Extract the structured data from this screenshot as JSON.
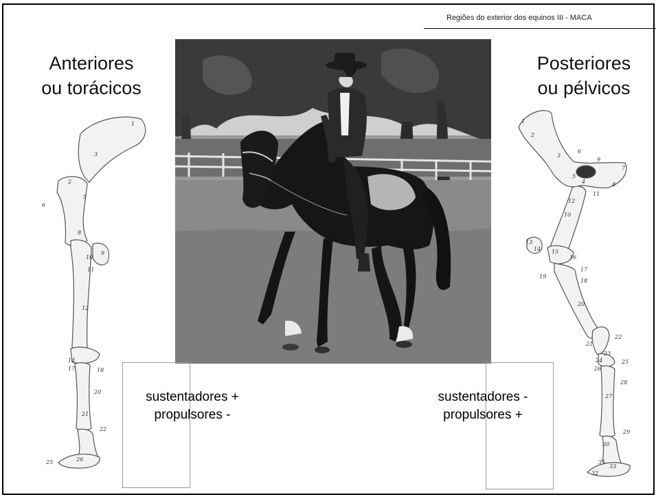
{
  "header": {
    "title": "Regiões do exterior dos equinos  III  -  MACA"
  },
  "left_panel": {
    "heading_line1": "Anteriores",
    "heading_line2": "ou torácicos",
    "caption_line1": "sustentadores +",
    "caption_line2": "propulsores -"
  },
  "right_panel": {
    "heading_line1": "Posteriores",
    "heading_line2": "ou pélvicos",
    "caption_line1": "sustentadores -",
    "caption_line2": "propulsores +"
  },
  "foreleg_labels": [
    "1",
    "2",
    "3",
    "5",
    "6",
    "8",
    "9",
    "10",
    "11",
    "12",
    "14",
    "17",
    "18",
    "20",
    "21",
    "22",
    "25",
    "26"
  ],
  "hindleg_labels": [
    "1",
    "2",
    "3",
    "4",
    "5",
    "6",
    "7",
    "8",
    "9",
    "10",
    "11",
    "12",
    "13",
    "14",
    "15",
    "16",
    "17",
    "18",
    "19",
    "20",
    "21",
    "22",
    "23",
    "24",
    "25",
    "26",
    "27",
    "28",
    "29",
    "30",
    "31",
    "32",
    "33"
  ]
}
